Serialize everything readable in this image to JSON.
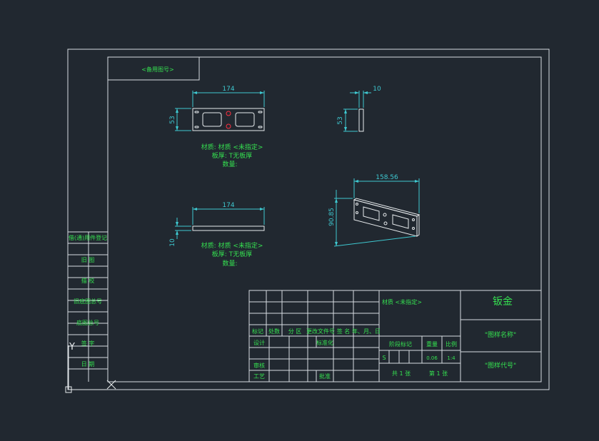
{
  "colors": {
    "background": "#212830",
    "border": "#d8dde2",
    "dimension": "#3ec8d0",
    "text": "#35e050",
    "part": "#e8ecee",
    "hole": "#ff3040"
  },
  "title_tag": "<备用图号>",
  "views": {
    "front": {
      "width_dim": "174",
      "height_dim": "53"
    },
    "side": {
      "width_dim": "10",
      "height_dim": "53"
    },
    "top": {
      "width_dim": "174",
      "height_dim": "10"
    },
    "iso": {
      "width_dim": "158.56",
      "height_dim": "90.85"
    }
  },
  "notes": {
    "material": "材质: 材质 <未指定>",
    "thickness": "板厚: T无板厚",
    "quantity": "数量:"
  },
  "side_labels": [
    "借(通)用件登记",
    "旧 图",
    "描 校",
    "旧底图总号",
    "底图总号",
    "签 字",
    "日 期"
  ],
  "title_block": {
    "material": "材质 <未指定>",
    "drawing_type": "钣金",
    "drawing_name": "\"图样名称\"",
    "drawing_code": "\"图样代号\"",
    "revision_headers": [
      "标记",
      "处数",
      "分 区",
      "更改文件号",
      "签 名",
      "年、月、日"
    ],
    "design": "设计",
    "standardize": "标准化",
    "check": "审核",
    "process": "工艺",
    "approve": "批准",
    "stage_mark": "阶段标记",
    "weight": "重量",
    "scale": "比例",
    "stage_value": "S",
    "weight_value": "0.06",
    "scale_value": "1:4",
    "sheets_total": "共 1 张",
    "sheet_no": "第 1 张"
  },
  "ucs": {
    "y_label": "Y"
  }
}
